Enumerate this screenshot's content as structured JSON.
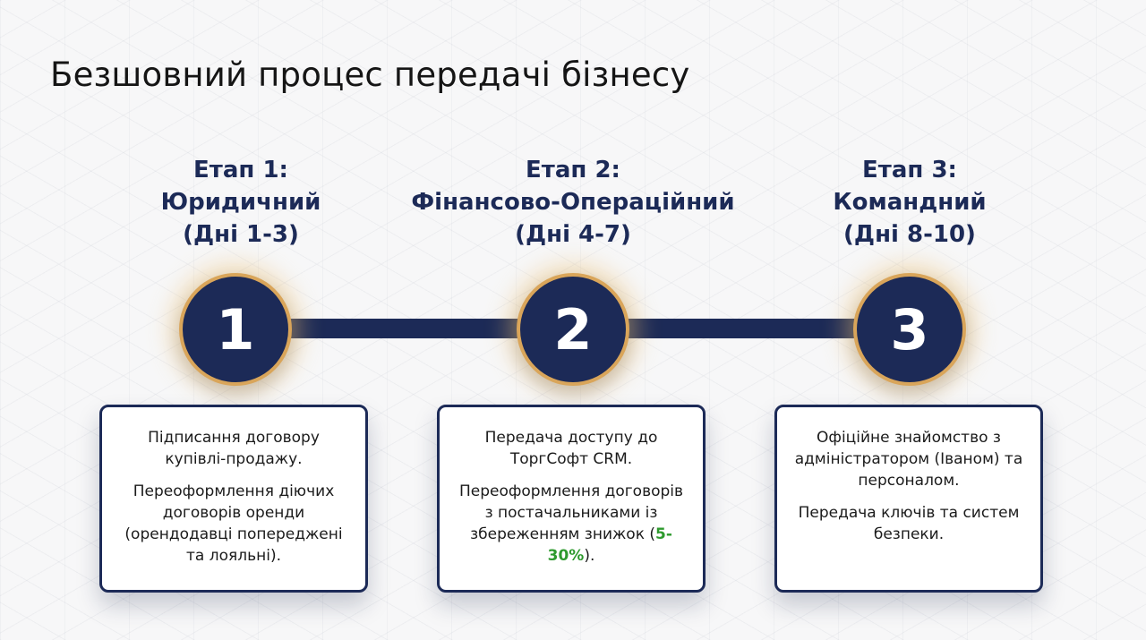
{
  "title": "Безшовний процес передачі бізнесу",
  "stages": [
    {
      "label": "Етап 1:",
      "name": "Юридичний",
      "days": "(Дні 1-3)",
      "number": "1",
      "paragraphs": [
        "Підписання договору купівлі-продажу.",
        "Переоформлення діючих договорів оренди (орендодавці попереджені та лояльні)."
      ]
    },
    {
      "label": "Етап 2:",
      "name": "Фінансово-Операційний",
      "days": "(Дні 4-7)",
      "number": "2",
      "paragraphs": [
        "Передача доступу до ТоргСофт CRM."
      ],
      "paragraph2_text": "Переоформлення договорів з постачальниками із збереженням знижок (",
      "highlight": "5-30%",
      "paragraph2_end": ").",
      "highlight_color": "#2e9a2e"
    },
    {
      "label": "Етап 3:",
      "name": "Командний",
      "days": "(Дні 8-10)",
      "number": "3",
      "paragraphs": [
        "Офіційне знайомство з адміністратором (Іваном) та персоналом.",
        "Передача ключів та систем безпеки."
      ]
    }
  ],
  "colors": {
    "navy": "#1c2a57",
    "gold_ring": "#d9a55a",
    "background": "#f7f7f8"
  }
}
